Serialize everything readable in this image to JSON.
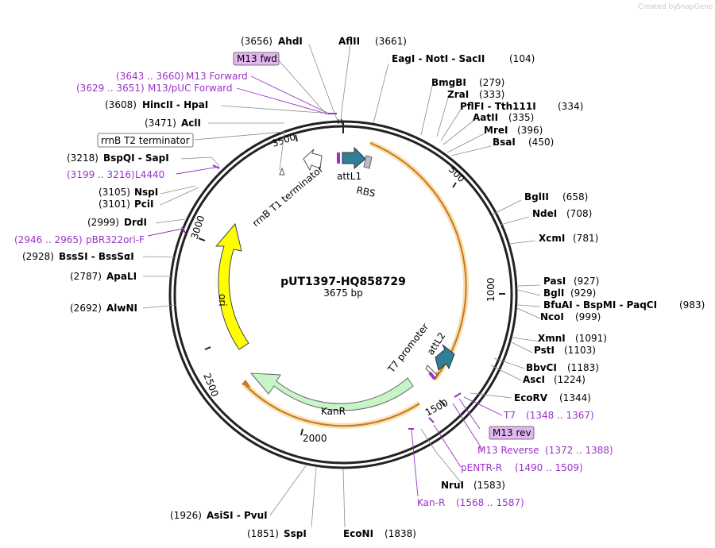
{
  "credit": {
    "prefix": "Created by",
    "brand": "SnapGene"
  },
  "plasmid": {
    "name": "pUT1397-HQ858729",
    "length": "3675 bp"
  },
  "tick_labels": [
    "500",
    "1000",
    "1500",
    "2000",
    "2500",
    "3000",
    "3500"
  ],
  "features": {
    "attL1": "attL1",
    "RBS": "RBS",
    "rrnB_T1": "rrnB T1 terminator",
    "rrnB_T2": "rrnB T2 terminator",
    "ori": "ori",
    "KanR": "KanR",
    "T7_promoter": "T7 promoter",
    "attL2": "attL2"
  },
  "sites": [
    {
      "name": "AhdI",
      "pos": "(3656)"
    },
    {
      "name": "AflII",
      "pos": "(3661)"
    },
    {
      "name": "EagI  -  NotI  -  SacII",
      "pos": "(104)"
    },
    {
      "name": "BmgBI",
      "pos": "(279)"
    },
    {
      "name": "ZraI",
      "pos": "(333)"
    },
    {
      "name": "PflFI  -  Tth111I",
      "pos": "(334)"
    },
    {
      "name": "AatII",
      "pos": "(335)"
    },
    {
      "name": "MreI",
      "pos": "(396)"
    },
    {
      "name": "BsaI",
      "pos": "(450)"
    },
    {
      "name": "BglII",
      "pos": "(658)"
    },
    {
      "name": "NdeI",
      "pos": "(708)"
    },
    {
      "name": "XcmI",
      "pos": "(781)"
    },
    {
      "name": "PasI",
      "pos": "(927)"
    },
    {
      "name": "BglI",
      "pos": "(929)"
    },
    {
      "name": "BfuAI  -  BspMI  -  PaqCI",
      "pos": "(983)"
    },
    {
      "name": "NcoI",
      "pos": "(999)"
    },
    {
      "name": "XmnI",
      "pos": "(1091)"
    },
    {
      "name": "PstI",
      "pos": "(1103)"
    },
    {
      "name": "BbvCI",
      "pos": "(1183)"
    },
    {
      "name": "AscI",
      "pos": "(1224)"
    },
    {
      "name": "EcoRV",
      "pos": "(1344)"
    },
    {
      "name": "NruI",
      "pos": "(1583)"
    },
    {
      "name": "EcoNI",
      "pos": "(1838)"
    },
    {
      "name": "SspI",
      "pos": "(1851)"
    },
    {
      "name": "AsiSI  -  PvuI",
      "pos": "(1926)"
    },
    {
      "name": "AlwNI",
      "pos": "(2692)"
    },
    {
      "name": "ApaLI",
      "pos": "(2787)"
    },
    {
      "name": "BssSI  -  BssSαI",
      "pos": "(2928)"
    },
    {
      "name": "DrdI",
      "pos": "(2999)"
    },
    {
      "name": "PciI",
      "pos": "(3101)"
    },
    {
      "name": "NspI",
      "pos": "(3105)"
    },
    {
      "name": "BspQI  -  SapI",
      "pos": "(3218)"
    },
    {
      "name": "AclI",
      "pos": "(3471)"
    },
    {
      "name": "HincII  -  HpaI",
      "pos": "(3608)"
    }
  ],
  "primers": [
    {
      "name": "M13 fwd",
      "range": ""
    },
    {
      "name": "M13 Forward",
      "range": "(3643 .. 3660)"
    },
    {
      "name": "M13/pUC Forward",
      "range": "(3629 .. 3651)"
    },
    {
      "name": "L4440",
      "range": "(3199 .. 3216)"
    },
    {
      "name": "pBR322ori-F",
      "range": "(2946 .. 2965)"
    },
    {
      "name": "T7",
      "range": "(1348 .. 1367)"
    },
    {
      "name": "M13 rev",
      "range": ""
    },
    {
      "name": "M13 Reverse",
      "range": "(1372 .. 1388)"
    },
    {
      "name": "pENTR-R",
      "range": "(1490 .. 1509)"
    },
    {
      "name": "Kan-R",
      "range": "(1568 .. 1587)"
    }
  ],
  "colors": {
    "ori": "#ffff00",
    "KanR": "#c8f5c8",
    "attL": "#2f7f99",
    "primer": "#9b32c8",
    "orange_arc": "#e8a23a",
    "box_fill": "#e3b6f2"
  }
}
